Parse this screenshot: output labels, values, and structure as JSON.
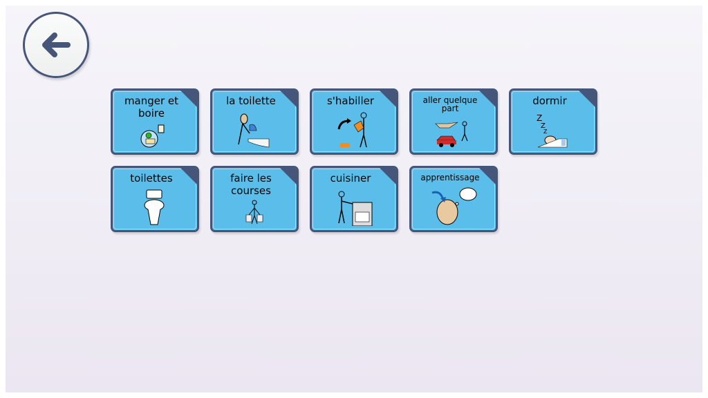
{
  "back_button": {
    "icon": "arrow-left-icon"
  },
  "tiles": [
    {
      "label": "manger et boire",
      "icon": "food-drink-icon"
    },
    {
      "label": "la toilette",
      "icon": "washing-icon"
    },
    {
      "label": "s'habiller",
      "icon": "dressing-icon"
    },
    {
      "label": "aller quelque part",
      "icon": "go-somewhere-icon"
    },
    {
      "label": "dormir",
      "icon": "sleep-icon"
    },
    {
      "label": "toilettes",
      "icon": "toilet-icon"
    },
    {
      "label": "faire les courses",
      "icon": "shopping-icon"
    },
    {
      "label": "cuisiner",
      "icon": "cooking-icon"
    },
    {
      "label": "apprentissage",
      "icon": "learning-icon"
    }
  ],
  "colors": {
    "tile": "#5bbde9",
    "border": "#46557a"
  }
}
